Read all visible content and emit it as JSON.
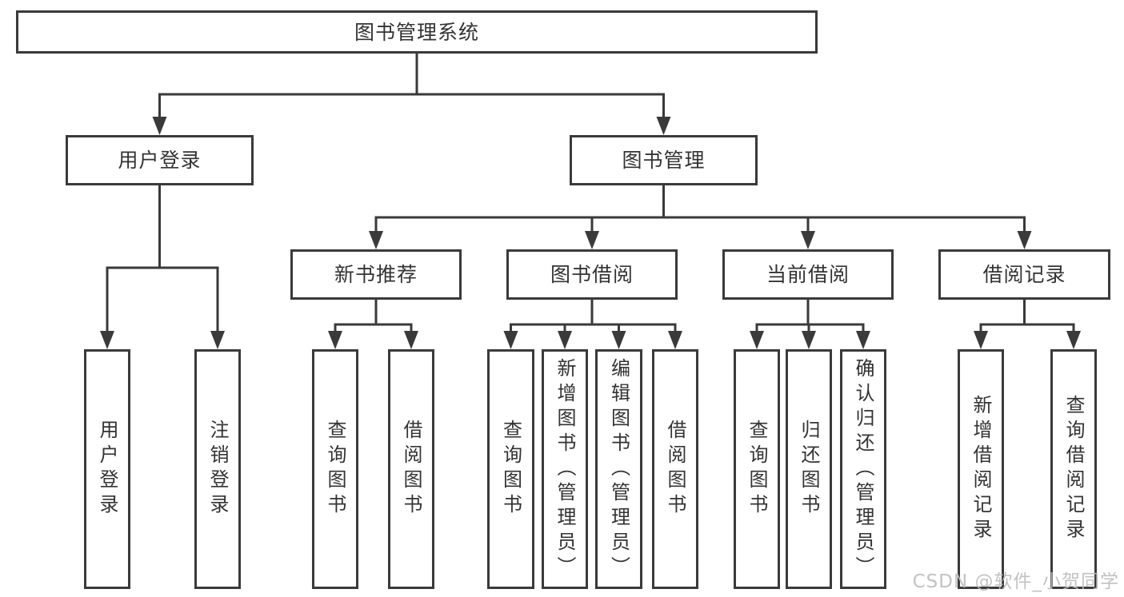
{
  "diagram": {
    "watermark": "CSDN @软件_小贺同学",
    "colors": {
      "line": "#3a3a3a",
      "text": "#333333",
      "background": "#ffffff",
      "watermark": "#bdbdbd"
    },
    "nodes": [
      {
        "id": "root",
        "label": "图书管理系统",
        "parent": null
      },
      {
        "id": "user-login",
        "label": "用户登录",
        "parent": "root"
      },
      {
        "id": "book-mgmt",
        "label": "图书管理",
        "parent": "root"
      },
      {
        "id": "user-login-op",
        "label": "用户登录",
        "parent": "user-login"
      },
      {
        "id": "logout-op",
        "label": "注销登录",
        "parent": "user-login"
      },
      {
        "id": "new-book-rec",
        "label": "新书推荐",
        "parent": "book-mgmt"
      },
      {
        "id": "book-borrow",
        "label": "图书借阅",
        "parent": "book-mgmt"
      },
      {
        "id": "current-borrow",
        "label": "当前借阅",
        "parent": "book-mgmt"
      },
      {
        "id": "borrow-records",
        "label": "借阅记录",
        "parent": "book-mgmt"
      },
      {
        "id": "query-book-rec",
        "label": "查询图书",
        "parent": "new-book-rec"
      },
      {
        "id": "borrow-book-rec",
        "label": "借阅图书",
        "parent": "new-book-rec"
      },
      {
        "id": "query-book-borrow",
        "label": "查询图书",
        "parent": "book-borrow"
      },
      {
        "id": "add-book",
        "label": "新增图书（管理员）",
        "parent": "book-borrow"
      },
      {
        "id": "edit-book",
        "label": "编辑图书（管理员）",
        "parent": "book-borrow"
      },
      {
        "id": "borrow-book",
        "label": "借阅图书",
        "parent": "book-borrow"
      },
      {
        "id": "query-book-cur",
        "label": "查询图书",
        "parent": "current-borrow"
      },
      {
        "id": "return-book",
        "label": "归还图书",
        "parent": "current-borrow"
      },
      {
        "id": "confirm-return",
        "label": "确认归还（管理员）",
        "parent": "current-borrow"
      },
      {
        "id": "add-borrow-record",
        "label": "新增借阅记录",
        "parent": "borrow-records"
      },
      {
        "id": "query-borrow-record",
        "label": "查询借阅记录",
        "parent": "borrow-records"
      }
    ]
  }
}
